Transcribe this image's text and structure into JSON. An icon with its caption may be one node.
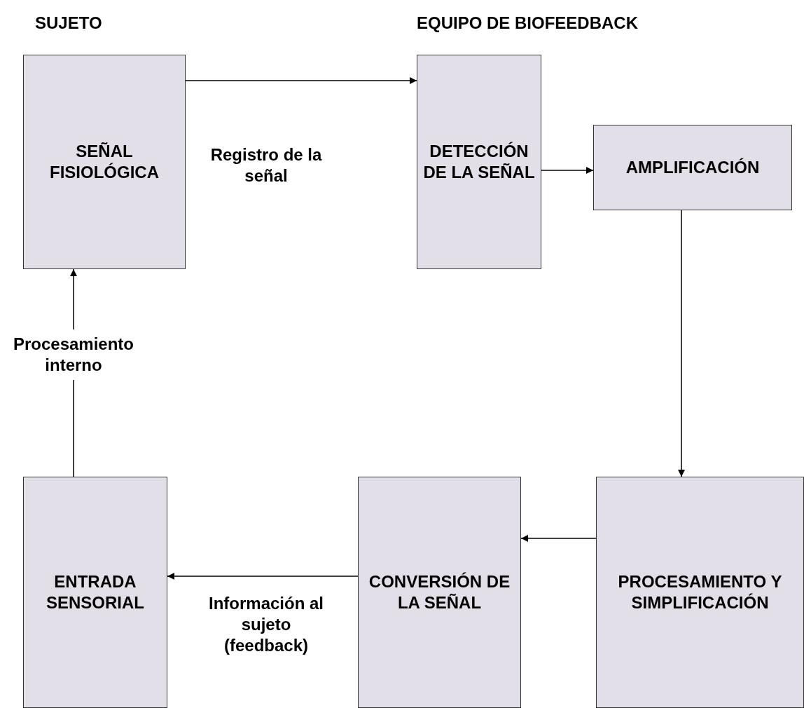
{
  "diagram": {
    "nodes": [
      {
        "text": [
          "SEÑAL FISIOLÓGICA"
        ]
      },
      {
        "text": [
          "DETECCIÓN DE LA SEÑAL"
        ]
      },
      {
        "text": [
          "AMPLIFICACIÓN"
        ]
      },
      {
        "text": [
          "PROCESAMIENTO Y SIMPLIFICACIÓN"
        ]
      },
      {
        "text": [
          "CONVERSIÓN DE LA SEÑAL"
        ]
      },
      {
        "text": [
          "ENTRADA SENSORIAL"
        ]
      }
    ],
    "edges": [
      {
        "from": 0,
        "to": 1,
        "arrow": "to",
        "label": "Registro de la señal"
      },
      {
        "from": 1,
        "to": 2,
        "arrow": "to"
      },
      {
        "from": 2,
        "to": 3,
        "arrow": "to"
      },
      {
        "from": 3,
        "to": 4,
        "arrow": "to"
      },
      {
        "from": 4,
        "to": 5,
        "arrow": "to",
        "label": "Información al sujeto (feedback)"
      },
      {
        "from": 5,
        "to": 0,
        "arrow": "to",
        "label": "Procesamiento interno"
      }
    ],
    "labels": [
      "SUJETO",
      "EQUIPO DE BIOFEEDBACK"
    ]
  }
}
